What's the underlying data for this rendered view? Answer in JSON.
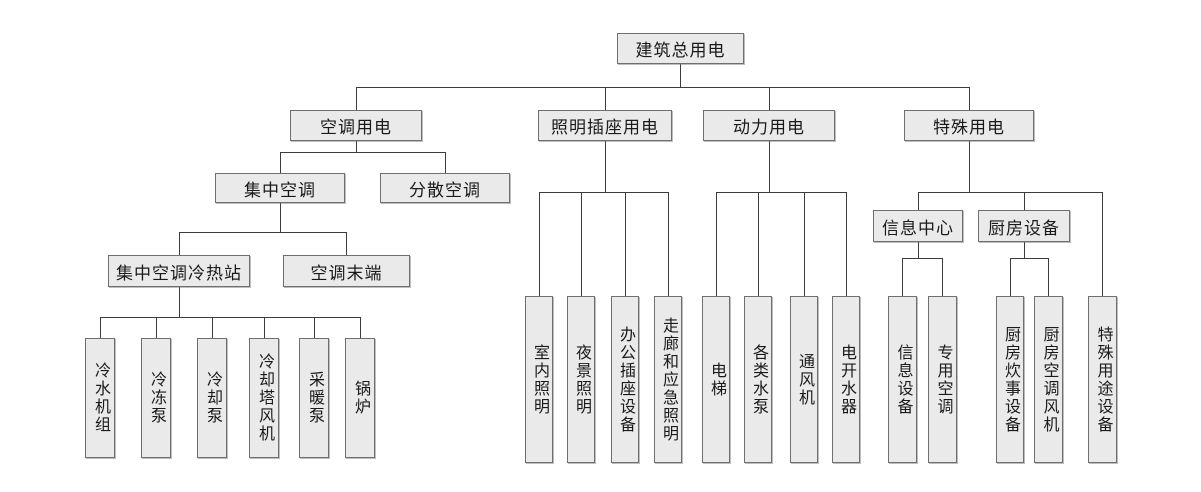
{
  "diagram_type": "org-chart",
  "tree": {
    "label": "建筑总用电",
    "children": [
      {
        "label": "空调用电",
        "children": [
          {
            "label": "集中空调",
            "children": [
              {
                "label": "集中空调冷热站",
                "children": [
                  {
                    "label": "冷水机组"
                  },
                  {
                    "label": "冷冻泵"
                  },
                  {
                    "label": "冷却泵"
                  },
                  {
                    "label": "冷却塔风机"
                  },
                  {
                    "label": "采暖泵"
                  },
                  {
                    "label": "锅炉"
                  }
                ]
              },
              {
                "label": "空调末端"
              }
            ]
          },
          {
            "label": "分散空调"
          }
        ]
      },
      {
        "label": "照明插座用电",
        "children": [
          {
            "label": "室内照明"
          },
          {
            "label": "夜景照明"
          },
          {
            "label": "办公插座设备"
          },
          {
            "label": "走廊和应急照明"
          }
        ]
      },
      {
        "label": "动力用电",
        "children": [
          {
            "label": "电梯"
          },
          {
            "label": "各类水泵"
          },
          {
            "label": "通风机"
          },
          {
            "label": "电开水器"
          }
        ]
      },
      {
        "label": "特殊用电",
        "children": [
          {
            "label": "信息中心",
            "children": [
              {
                "label": "信息设备"
              },
              {
                "label": "专用空调"
              }
            ]
          },
          {
            "label": "厨房设备",
            "children": [
              {
                "label": "厨房炊事设备"
              },
              {
                "label": "厨房空调风机"
              }
            ]
          },
          {
            "label": "特殊用途设备"
          }
        ]
      }
    ]
  },
  "colors": {
    "background": "#ffffff",
    "box_fill": "#eaeaea",
    "box_border": "#6f6f6f",
    "line": "#3c3c3c",
    "text": "#1a1a1a"
  }
}
